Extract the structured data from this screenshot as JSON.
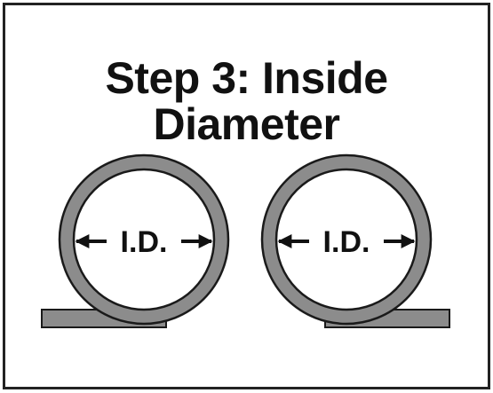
{
  "title": {
    "line1": "Step 3: Inside",
    "line2": "Diameter"
  },
  "diagram": {
    "pipes": [
      {
        "label": "I.D."
      },
      {
        "label": "I.D."
      }
    ],
    "colors": {
      "pipe_fill": "#8c8c8c",
      "outline": "#1a1a1a",
      "arrow": "#111111",
      "background": "#ffffff"
    }
  }
}
